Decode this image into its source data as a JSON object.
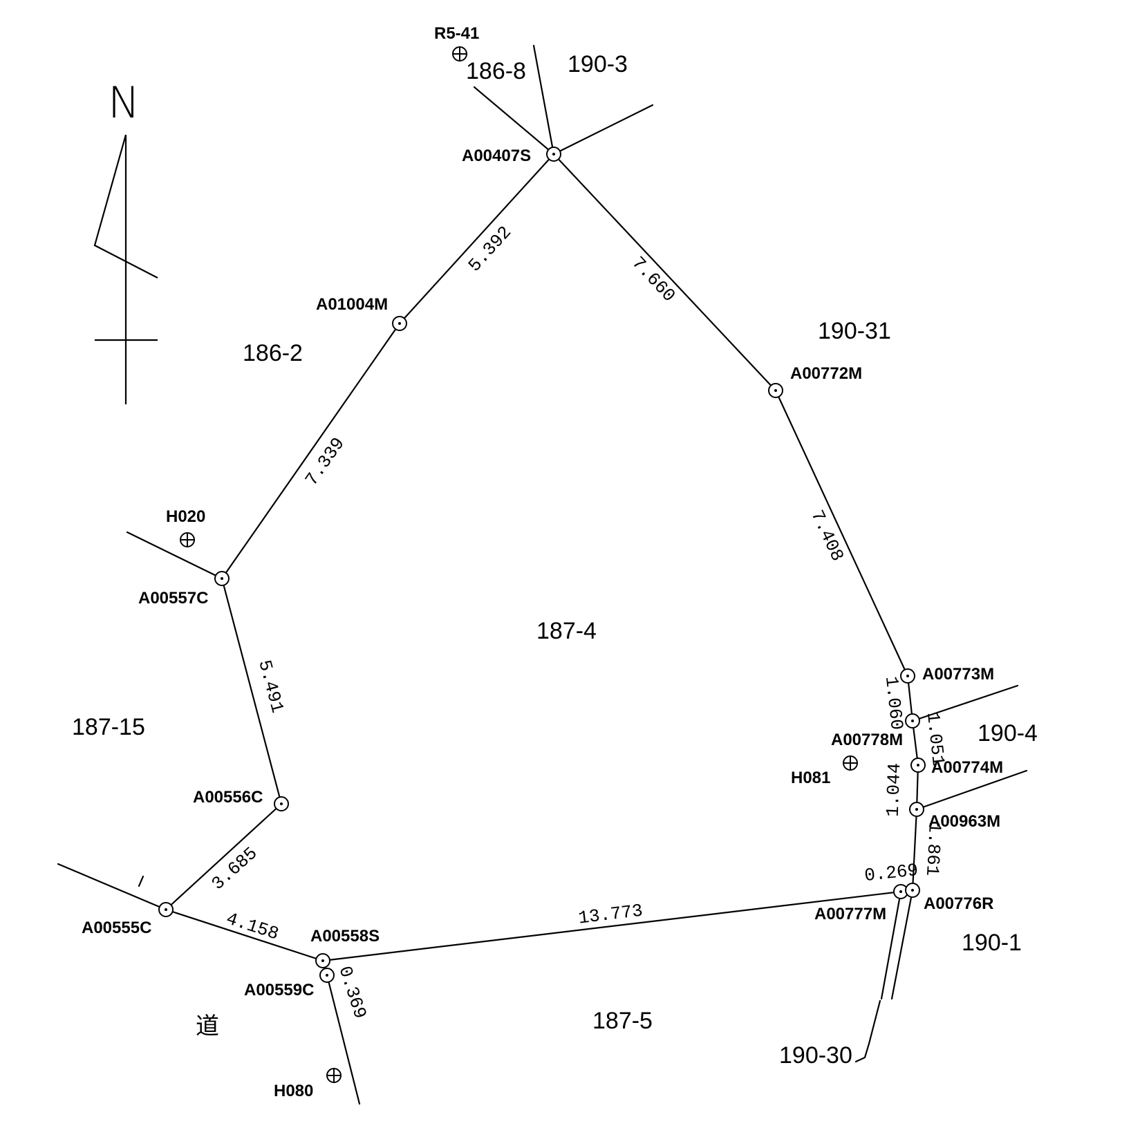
{
  "north": {
    "label": "N"
  },
  "points": {
    "A00407S": "A00407S",
    "A01004M": "A01004M",
    "A00557C": "A00557C",
    "A00556C": "A00556C",
    "A00555C": "A00555C",
    "A00558S": "A00558S",
    "A00559C": "A00559C",
    "A00777M": "A00777M",
    "A00776R": "A00776R",
    "A00963M": "A00963M",
    "A00774M": "A00774M",
    "A00778M": "A00778M",
    "A00773M": "A00773M",
    "A00772M": "A00772M"
  },
  "benchmarks": {
    "R5_41": "R5-41",
    "H020": "H020",
    "H081": "H081",
    "H080": "H080"
  },
  "parcels": {
    "p186_8": "186-8",
    "p190_3": "190-3",
    "p186_2": "186-2",
    "p190_31": "190-31",
    "p187_4": "187-4",
    "p187_15": "187-15",
    "p190_4": "190-4",
    "p190_1": "190-1",
    "p187_5": "187-5",
    "p190_30": "190-30",
    "road": "道"
  },
  "distances": {
    "d5392": "5.392",
    "d7660": "7.660",
    "d7339": "7.339",
    "d7408": "7.408",
    "d5491": "5.491",
    "d3685": "3.685",
    "d4158": "4.158",
    "d0369": "0.369",
    "d13773": "13.773",
    "d0269": "0.269",
    "d1060": "1.060",
    "d1051": "1.051",
    "d1044": "1.044",
    "d1861": "1.861"
  }
}
